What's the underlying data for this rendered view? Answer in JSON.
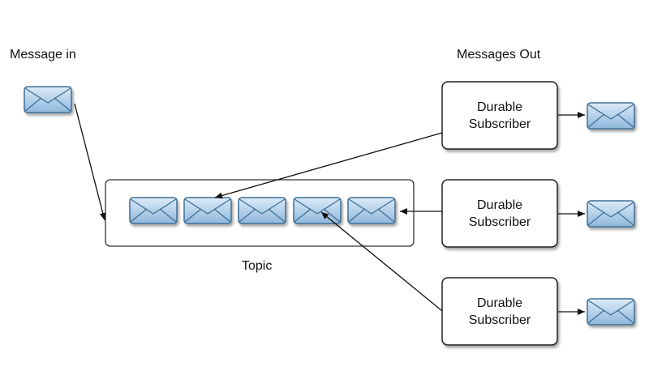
{
  "labels": {
    "message_in": "Message in",
    "messages_out": "Messages Out",
    "topic": "Topic"
  },
  "subscribers": [
    {
      "line1": "Durable",
      "line2": "Subscriber"
    },
    {
      "line1": "Durable",
      "line2": "Subscriber"
    },
    {
      "line1": "Durable",
      "line2": "Subscriber"
    }
  ],
  "icons": {
    "message": "envelope-icon"
  },
  "colors": {
    "envelope_top": "#dcebf8",
    "envelope_bottom": "#8fb7db",
    "envelope_stroke": "#3f6f96",
    "box_stroke": "#222222",
    "line": "#111111"
  }
}
